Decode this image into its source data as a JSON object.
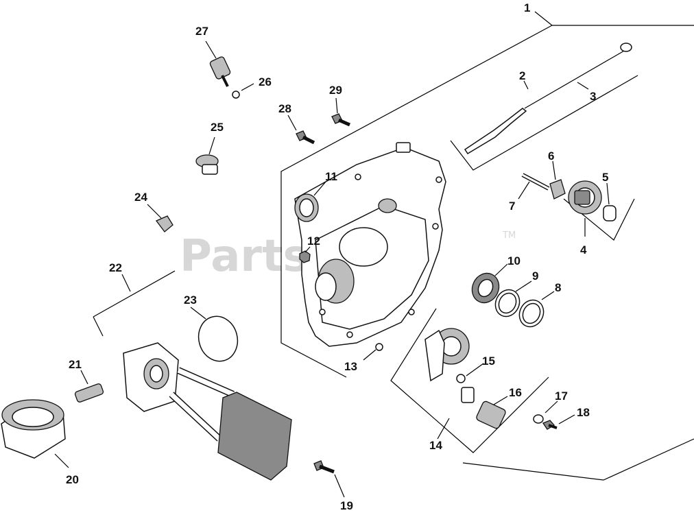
{
  "watermark": {
    "text": "PartsTree",
    "tm": "TM"
  },
  "callouts": [
    {
      "id": "c1",
      "label": "1"
    },
    {
      "id": "c2",
      "label": "2"
    },
    {
      "id": "c3",
      "label": "3"
    },
    {
      "id": "c4",
      "label": "4"
    },
    {
      "id": "c5",
      "label": "5"
    },
    {
      "id": "c6",
      "label": "6"
    },
    {
      "id": "c7",
      "label": "7"
    },
    {
      "id": "c8",
      "label": "8"
    },
    {
      "id": "c9",
      "label": "9"
    },
    {
      "id": "c10",
      "label": "10"
    },
    {
      "id": "c11",
      "label": "11"
    },
    {
      "id": "c12",
      "label": "12"
    },
    {
      "id": "c13",
      "label": "13"
    },
    {
      "id": "c14",
      "label": "14"
    },
    {
      "id": "c15",
      "label": "15"
    },
    {
      "id": "c16",
      "label": "16"
    },
    {
      "id": "c17",
      "label": "17"
    },
    {
      "id": "c18",
      "label": "18"
    },
    {
      "id": "c19",
      "label": "19"
    },
    {
      "id": "c20",
      "label": "20"
    },
    {
      "id": "c21",
      "label": "21"
    },
    {
      "id": "c22",
      "label": "22"
    },
    {
      "id": "c23",
      "label": "23"
    },
    {
      "id": "c24",
      "label": "24"
    },
    {
      "id": "c25",
      "label": "25"
    },
    {
      "id": "c26",
      "label": "26"
    },
    {
      "id": "c27",
      "label": "27"
    },
    {
      "id": "c28",
      "label": "28"
    },
    {
      "id": "c29",
      "label": "29"
    }
  ]
}
